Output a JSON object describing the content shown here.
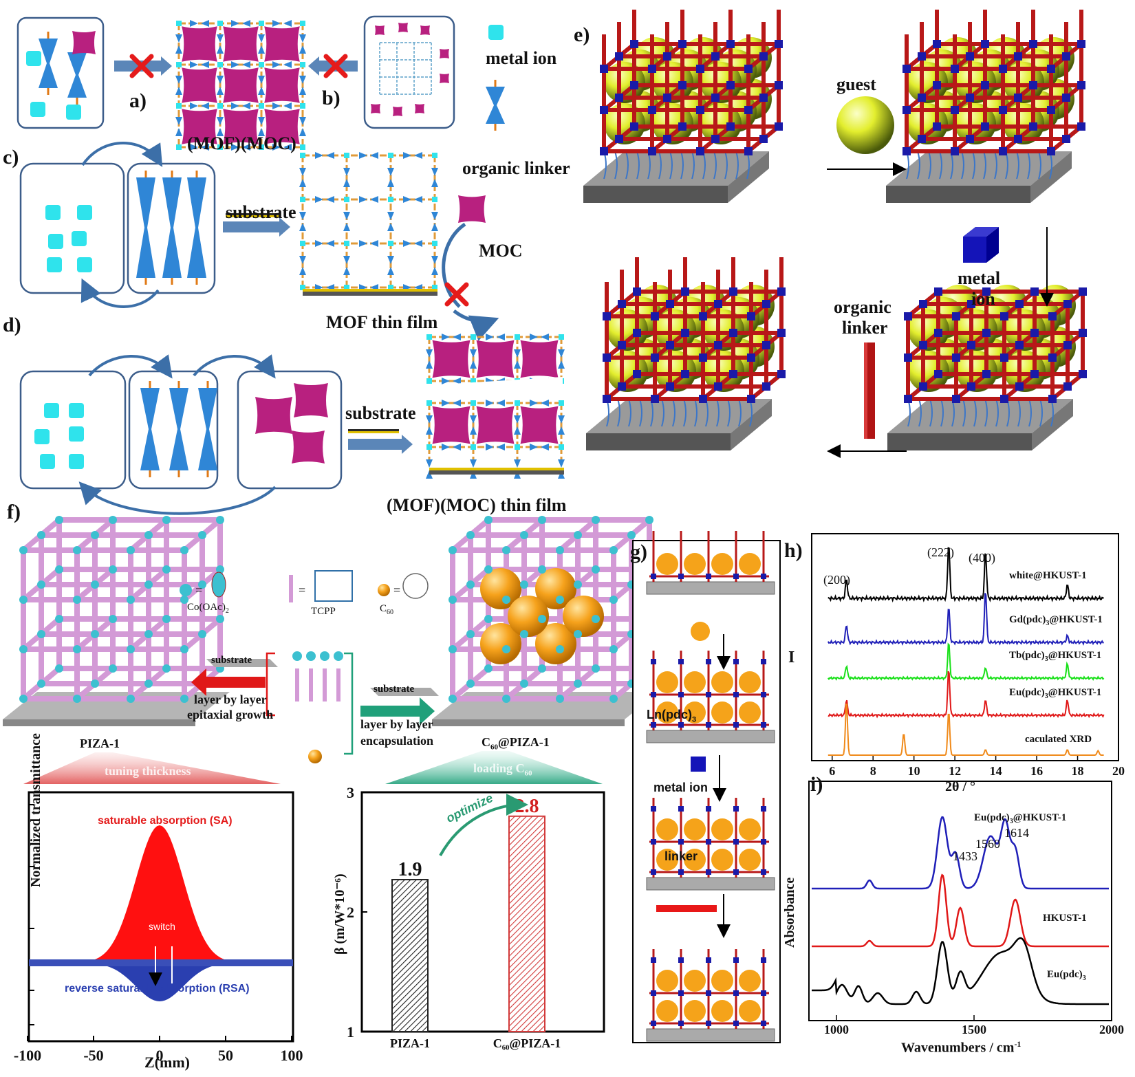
{
  "panel_labels": {
    "a": "a)",
    "b": "b)",
    "c": "c)",
    "d": "d)",
    "e": "e)",
    "f": "f)",
    "g": "g)",
    "h": "h)",
    "i": "i)"
  },
  "top": {
    "mofmoc": "(MOF)(MOC)",
    "metal_ion": "metal ion",
    "organic_linker": "organic linker",
    "substrate": "substrate",
    "moc": "MOC",
    "mof_thin_film": "MOF thin film",
    "mofmoc_thin_film": "(MOF)(MOC) thin film"
  },
  "panel_e": {
    "guest": "guest",
    "metal_ion_1": "metal",
    "metal_ion_2": "ion",
    "organic_linker_1": "organic",
    "organic_linker_2": "linker"
  },
  "panel_f": {
    "legend_co": "Co(OAc)",
    "legend_co_sub": "2",
    "legend_tcpp": "TCPP",
    "legend_c60": "C",
    "legend_c60_sub": "60",
    "substrate_left": "substrate",
    "substrate_right": "substrate",
    "growth_1": "layer by layer",
    "growth_2": "epitaxial growth",
    "encap_1": "layer by layer",
    "encap_2": "encapsulation",
    "piza": "PIZA-1",
    "c60piza": "@PIZA-1",
    "c60piza_pre": "C",
    "c60piza_sub": "60",
    "tuning": "tuning thickness",
    "loading": "loading C",
    "loading_sub": "60"
  },
  "zscan": {
    "ylabel": "Normalized transmittance",
    "xlabel": "Z(mm)",
    "sa": "saturable absorption (SA)",
    "rsa": "reverse saturable absorption (RSA)",
    "switch": "switch",
    "xticks": [
      "-100",
      "-50",
      "0",
      "50",
      "100"
    ]
  },
  "bar": {
    "ylabel": "β (m/W*10⁻⁶)",
    "yticks": [
      "1",
      "2",
      "3"
    ],
    "optimize": "optimize"
  },
  "panel_g": {
    "ln": "Ln(pdc)",
    "ln_sub": "3",
    "metal_ion": "metal ion",
    "linker": "linker"
  },
  "xrd": {
    "ylabel": "I",
    "xlabel": "2θ / °",
    "xticks": [
      "6",
      "8",
      "10",
      "12",
      "14",
      "16",
      "18",
      "20"
    ],
    "peaks": [
      "(200)",
      "(222)",
      "(400)"
    ],
    "series_labels": [
      "white@HKUST-1",
      "Gd(pdc)",
      "Tb(pdc)",
      "Eu(pdc)",
      "caculated XRD"
    ],
    "series_suffix": "@HKUST-1",
    "series_sub": "3"
  },
  "ir": {
    "ylabel": "Absorbance",
    "xlabel": "Wavenumbers / cm",
    "xlabel_sup": "-1",
    "xticks": [
      "1000",
      "1500",
      "2000"
    ],
    "peak_labels": [
      "1433",
      "1560",
      "1614"
    ],
    "series_labels": [
      "Eu(pdc)",
      "HKUST-1",
      "Eu(pdc)"
    ],
    "series_suffix": "@HKUST-1",
    "series_sub": "3"
  },
  "colors": {
    "cyan": "#2fe3ec",
    "magenta": "#b8207f",
    "blue_linker": "#2f86d6",
    "orange": "#e07a16",
    "frame_red": "#b81818",
    "node_blue": "#1a1aa8",
    "guest_yellow": "#e6ef3a",
    "sa_red": "#ff1010",
    "rsa_blue": "#2a3fb0",
    "c60_orange": "#f5a31a",
    "xrd": [
      "#000000",
      "#1f1fb8",
      "#18e018",
      "#e01818",
      "#f08a1a"
    ],
    "ir": [
      "#1f1fb8",
      "#e01818",
      "#000000"
    ]
  },
  "chart_data": [
    {
      "type": "bar",
      "categories": [
        "PIZA-1",
        "C60@PIZA-1"
      ],
      "values": [
        1.9,
        2.8
      ],
      "ylabel": "β (m/W*10⁻⁶)",
      "ylim": [
        1,
        3
      ]
    },
    {
      "type": "area",
      "xlabel": "Z(mm)",
      "ylabel": "Normalized transmittance",
      "xlim": [
        -100,
        100
      ],
      "series": [
        {
          "name": "saturable absorption (SA)",
          "x": [
            -60,
            -40,
            -20,
            0,
            20,
            40,
            60
          ],
          "y": [
            1.0,
            1.05,
            1.45,
            2.0,
            1.45,
            1.05,
            1.0
          ]
        },
        {
          "name": "reverse saturable absorption (RSA)",
          "x": [
            -60,
            -40,
            -20,
            0,
            20,
            40,
            60
          ],
          "y": [
            1.0,
            0.97,
            0.8,
            0.6,
            0.8,
            0.97,
            1.0
          ]
        }
      ]
    },
    {
      "type": "line",
      "xlabel": "2θ / °",
      "ylabel": "I",
      "xlim": [
        5,
        20
      ],
      "series": [
        {
          "name": "white@HKUST-1",
          "peaks_x": [
            6.7,
            11.7,
            13.5,
            17.5
          ],
          "peaks_h": [
            0.35,
            1.0,
            0.85,
            0.25
          ]
        },
        {
          "name": "Gd(pdc)3@HKUST-1",
          "peaks_x": [
            6.7,
            11.7,
            13.5,
            17.5
          ],
          "peaks_h": [
            0.4,
            0.8,
            1.2,
            0.15
          ]
        },
        {
          "name": "Tb(pdc)3@HKUST-1",
          "peaks_x": [
            6.7,
            11.7,
            13.5,
            17.5
          ],
          "peaks_h": [
            0.35,
            1.0,
            0.3,
            0.4
          ]
        },
        {
          "name": "Eu(pdc)3@HKUST-1",
          "peaks_x": [
            6.7,
            11.7,
            13.5,
            17.5
          ],
          "peaks_h": [
            0.4,
            1.2,
            0.4,
            0.4
          ]
        },
        {
          "name": "caculated XRD",
          "peaks_x": [
            6.7,
            9.5,
            11.7,
            13.5,
            17.5,
            19
          ],
          "peaks_h": [
            1.0,
            0.4,
            0.8,
            0.1,
            0.1,
            0.08
          ]
        }
      ]
    },
    {
      "type": "line",
      "xlabel": "Wavenumbers / cm-1",
      "ylabel": "Absorbance",
      "xlim": [
        900,
        2000
      ],
      "series": [
        {
          "name": "Eu(pdc)3@HKUST-1",
          "peaks_x": [
            1120,
            1385,
            1433,
            1560,
            1614,
            1650
          ]
        },
        {
          "name": "HKUST-1",
          "peaks_x": [
            1120,
            1385,
            1450,
            1650
          ]
        },
        {
          "name": "Eu(pdc)3",
          "peaks_x": [
            1020,
            1080,
            1150,
            1385,
            1450,
            1600,
            1680
          ]
        }
      ]
    }
  ]
}
